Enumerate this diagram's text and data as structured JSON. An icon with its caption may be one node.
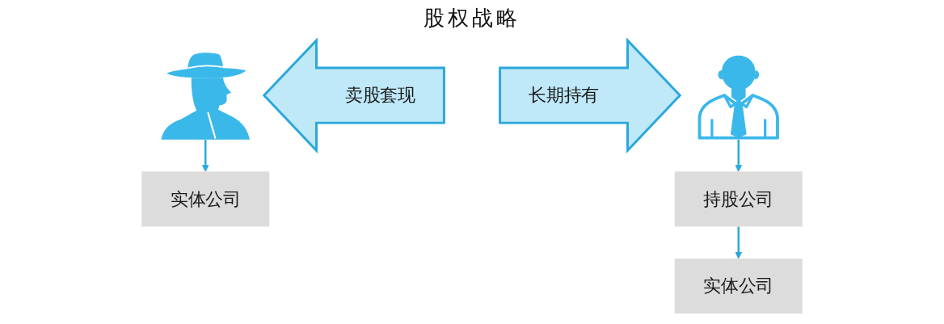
{
  "diagram": {
    "title": "股权战略",
    "nodes": [
      {
        "text": [],
        "shape": "person"
      },
      {
        "text": [
          "实体公司"
        ]
      },
      {
        "text": [
          "卖股套现"
        ]
      },
      {
        "text": [
          "长期持有"
        ]
      },
      {
        "text": [],
        "shape": "person"
      },
      {
        "text": [
          "持股公司"
        ]
      },
      {
        "text": [
          "实体公司"
        ]
      }
    ],
    "edges": [
      {
        "from": 0,
        "to": 1,
        "arrow": "to"
      },
      {
        "from": 4,
        "to": 5,
        "arrow": "to"
      },
      {
        "from": 5,
        "to": 6,
        "arrow": "to"
      }
    ]
  }
}
